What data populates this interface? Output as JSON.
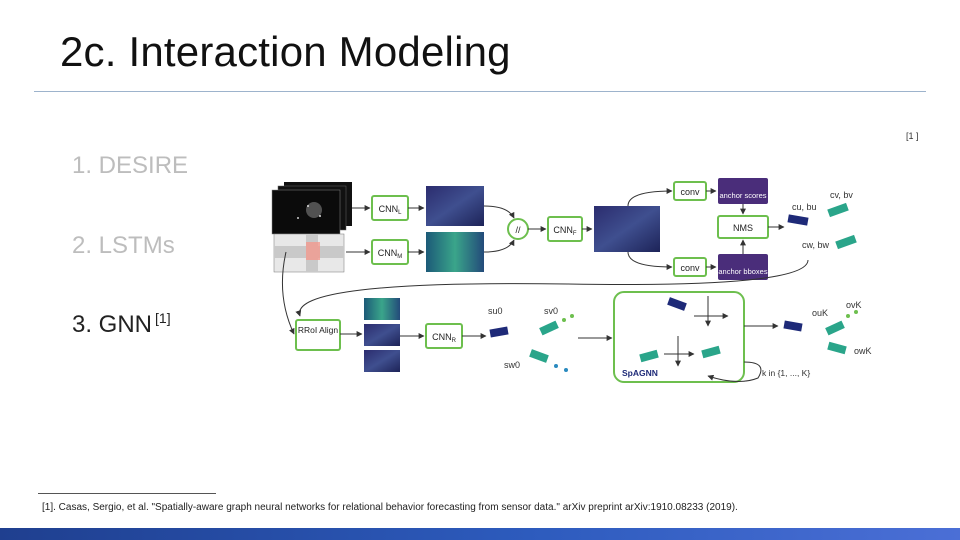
{
  "slide": {
    "title": "2c. Interaction Modeling",
    "corner_note": "[1 ]",
    "list": [
      {
        "label": "1.  DESIRE",
        "sup": ""
      },
      {
        "label": "2.  LSTMs",
        "sup": ""
      },
      {
        "label": "3.  GNN",
        "sup": "[1]"
      }
    ],
    "footnote": "[1]. Casas, Sergio, et al. \"Spatially-aware graph neural networks for relational behavior forecasting from sensor data.\" arXiv preprint arXiv:1910.08233 (2019)."
  },
  "figure": {
    "colors": {
      "green": "#6dbf4e",
      "navy": "#1e2a78",
      "purple": "#4a2d7a",
      "teal": "#2aa58a",
      "gray_arrow": "#333333"
    },
    "labels": {
      "cnn_l": "CNN",
      "cnn_l_sub": "L",
      "cnn_m": "CNN",
      "cnn_m_sub": "M",
      "cnn_f": "CNN",
      "cnn_f_sub": "F",
      "cnn_r": "CNN",
      "cnn_r_sub": "R",
      "concat": "//",
      "conv_top": "conv",
      "conv_bottom": "conv",
      "anchor_scores": "anchor scores",
      "anchor_bboxes": "anchor bboxes",
      "nms": "NMS",
      "rroi_align": "RRoI Align",
      "spagnn": "SpAGNN",
      "cu_bu": "cu, bu",
      "cv_bv": "cv, bv",
      "cw_bw": "cw, bw",
      "su0": "su0",
      "sv0": "sv0",
      "sw0": "sw0",
      "ouk": "ouK",
      "ovk": "ovK",
      "owk": "owK",
      "k_range": "k in {1, ..., K}"
    }
  }
}
